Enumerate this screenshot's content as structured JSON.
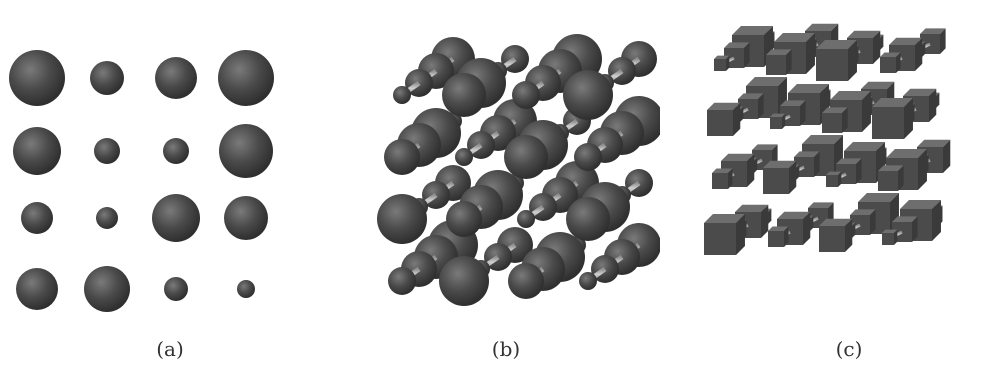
{
  "captions": {
    "a": "(a)",
    "b": "(b)",
    "c": "(c)"
  },
  "colors": {
    "rod": "#a9a9a9",
    "rod_highlight": "#d0d0d0",
    "node": "#4a4a4a",
    "node_dark": "#2f2f2f",
    "node_light": "#7a7a7a"
  },
  "panels": {
    "a": {
      "view": "front",
      "node_shape": "sphere",
      "grid": [
        4,
        4
      ]
    },
    "b": {
      "view": "oblique",
      "node_shape": "sphere",
      "grid": [
        4,
        4,
        4
      ]
    },
    "c": {
      "view": "oblique",
      "node_shape": "cube",
      "grid": [
        4,
        4,
        4
      ]
    }
  }
}
